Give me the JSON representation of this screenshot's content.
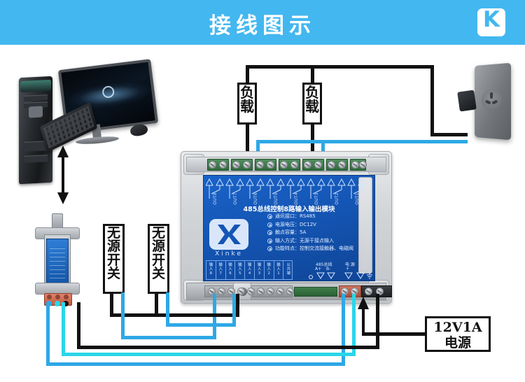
{
  "header": {
    "title": "接线图示",
    "logo_text": "K",
    "bg_color": "#43b7f0"
  },
  "diagram": {
    "type": "wiring-diagram",
    "wire_colors": {
      "signal_blue": "#2ea8e6",
      "signal_cyan": "#2ad6e8",
      "power_black": "#111111"
    },
    "computer": {
      "label": "desktop-computer",
      "parts": [
        "tower",
        "monitor",
        "keyboard",
        "mouse"
      ]
    },
    "converter": {
      "label": "usb-rs485-converter"
    },
    "loads": [
      {
        "label": "负载"
      },
      {
        "label": "负载"
      }
    ],
    "switches": [
      {
        "label": "无源开关",
        "chars": [
          "无",
          "源",
          "开",
          "关"
        ]
      },
      {
        "label": "无源开关",
        "chars": [
          "无",
          "源",
          "开",
          "关"
        ]
      }
    ],
    "power_supply": {
      "line1": "12V1A",
      "line2": "电源"
    },
    "wall_socket": {
      "label": "ac-wall-socket"
    }
  },
  "module": {
    "plate_title": "485总线控制8路输入输出模块",
    "specs": [
      {
        "text": "通讯接口：RS485"
      },
      {
        "text": "电源电压：DC12V"
      },
      {
        "text": "触点容量：5A"
      },
      {
        "text": "输入方式：无源干接点输入"
      },
      {
        "text": "功能特点：控制交流接触器、电磁阀"
      }
    ],
    "brand": "Xinke",
    "outputs": [
      {
        "label": "OUT8"
      },
      {
        "label": "OUT7"
      },
      {
        "label": "OUT6"
      },
      {
        "label": "OUT5"
      },
      {
        "label": "OUT4"
      },
      {
        "label": "OUT3"
      },
      {
        "label": "OUT2"
      },
      {
        "label": "OUT1"
      }
    ],
    "inputs": [
      {
        "chars": "输入8"
      },
      {
        "chars": "输入7"
      },
      {
        "chars": "输入6"
      },
      {
        "chars": "输入5"
      },
      {
        "chars": "输入4"
      },
      {
        "chars": "输入3"
      },
      {
        "chars": "输入2"
      },
      {
        "chars": "输入1"
      },
      {
        "chars": "公共端"
      }
    ],
    "bus_group_label": "485总线",
    "bus_a": "A+",
    "bus_b": "B-",
    "power_group_label": "电  源",
    "power_plus": "+",
    "power_minus": "-",
    "ground_label": "⏚"
  }
}
